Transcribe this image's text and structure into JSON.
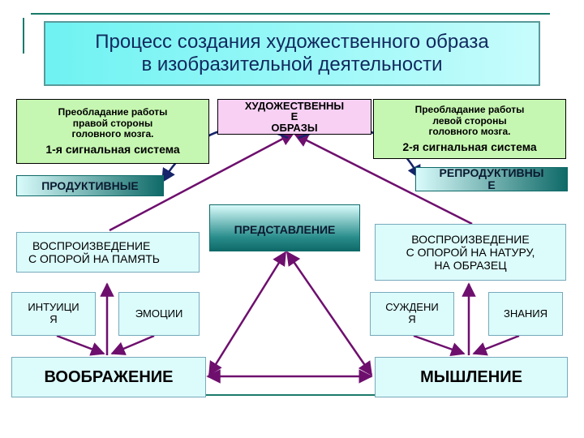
{
  "title": {
    "line1": "Процесс создания художественного образа",
    "line2": "в изобразительной деятельности"
  },
  "top_center": {
    "line1": "ХУДОЖЕСТВЕННЫ",
    "line2": "Е",
    "line3": "ОБРАЗЫ"
  },
  "left_info": {
    "line1": "Преобладание работы",
    "line2": "правой стороны",
    "line3": "головного мозга.",
    "line4": "1-я сигнальная система"
  },
  "right_info": {
    "line1": "Преобладание работы",
    "line2": "левой стороны",
    "line3": "головного мозга.",
    "line4": "2-я сигнальная система"
  },
  "productive": "ПРОДУКТИВНЫЕ",
  "reproductive": {
    "line1": "РЕПРОДУКТИВНЫ",
    "line2": "Е"
  },
  "representation": "ПРЕДСТАВЛЕНИЕ",
  "left_reproduction": {
    "line1": "ВОСПРОИЗВЕДЕНИЕ",
    "line2": "С ОПОРОЙ НА ПАМЯТЬ"
  },
  "right_reproduction": {
    "line1": "ВОСПРОИЗВЕДЕНИЕ",
    "line2": "С ОПОРОЙ НА НАТУРУ,",
    "line3": "НА ОБРАЗЕЦ"
  },
  "intuition": {
    "line1": "ИНТУИЦИ",
    "line2": "Я"
  },
  "emotions": "ЭМОЦИИ",
  "judgments": {
    "line1": "СУЖДЕНИ",
    "line2": "Я"
  },
  "knowledge": "ЗНАНИЯ",
  "imagination": "ВООБРАЖЕНИЕ",
  "thinking": "МЫШЛЕНИЕ",
  "colors": {
    "frame": "#1a7a6a",
    "title_fill": "#7ef5f5",
    "green_fill": "#c6f7b2",
    "pink_fill": "#f7d0f4",
    "cyan_fill": "#dcfbfb",
    "teal_dark": "#0f6a68",
    "purple_arrow": "#6e0f6e",
    "navy_arrow": "#16246a"
  }
}
